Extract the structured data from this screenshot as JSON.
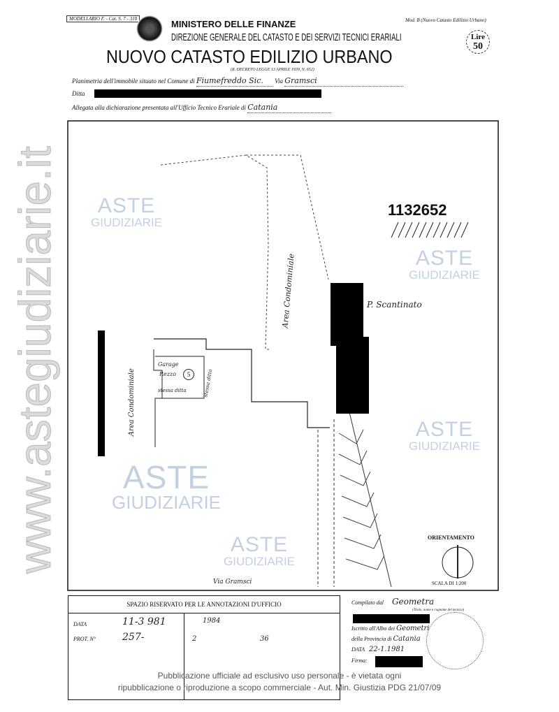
{
  "header": {
    "form_code": "MODELLARIO F. - Cat. S. 7 - 318",
    "ministry": "MINISTERO DELLE FINANZE",
    "direction": "DIREZIONE GENERALE DEL CATASTO E DEI SERVIZI TECNICI ERARIALI",
    "title": "NUOVO CATASTO EDILIZIO URBANO",
    "subtitle": "(R. DECRETO LEGGE 13 APRILE 1939, N. 652)",
    "model_ref": "Mod. B (Nuovo Catasto Edilizio Urbano)",
    "stamp_label": "Lire",
    "stamp_value": "50"
  },
  "fields": {
    "planimetria_label": "Planimetria dell'immobile situato nel Comune di",
    "comune": "Fiumefreddo Sic.",
    "via_label": "Via",
    "via": "Gramsci",
    "ditta_label": "Ditta",
    "allegata_label": "Allegata alla dichiarazione presentata all'Ufficio Tecnico Erariale di",
    "ufficio": "Catania"
  },
  "plan": {
    "sheet_number": "1132652",
    "area_condominiale_1": "Area Condominiale",
    "area_condominiale_2": "Area Condominiale",
    "scantinato": "P. Scantinato",
    "garage": "Garage",
    "garage_sub": "Rezzo",
    "garage_number": "5",
    "stessa_ditta_1": "stessa ditta",
    "stessa_ditta_2": "stessa ditta",
    "street": "Via Gramsci",
    "orientation": "ORIENTAMENTO",
    "scale": "SCALA DI 1:200"
  },
  "office": {
    "title": "SPAZIO RISERVATO PER LE ANNOTAZIONI D'UFFICIO",
    "data_label": "DATA",
    "data_value": "11-3 981",
    "prot_label": "PROT. N°",
    "prot_value": "257-",
    "note_1": "1984",
    "note_2": "2",
    "note_3": "36"
  },
  "compiler": {
    "compilato_label": "Compilato dal",
    "compilato_value": "Geometra",
    "compilato_hint": "(Titolo, nome e cognome del tecnico)",
    "iscritto_label": "Iscritto all'Albo dei",
    "iscritto_value": "Geometri",
    "provincia_label": "della Provincia di",
    "provincia_value": "Catania",
    "data_label": "DATA",
    "data_value": "22-1.1981",
    "firma_label": "Firma:"
  },
  "watermark": {
    "aste": "ASTE",
    "giudiziarie": "GIUDIZIARIE",
    "site": "www.astegiudiziarie.it",
    "notice_1": "Pubblicazione ufficiale ad esclusivo uso personale - è vietata ogni",
    "notice_2": "ripubblicazione o riproduzione a scopo commerciale - Aut. Min. Giustizia PDG 21/07/09"
  }
}
